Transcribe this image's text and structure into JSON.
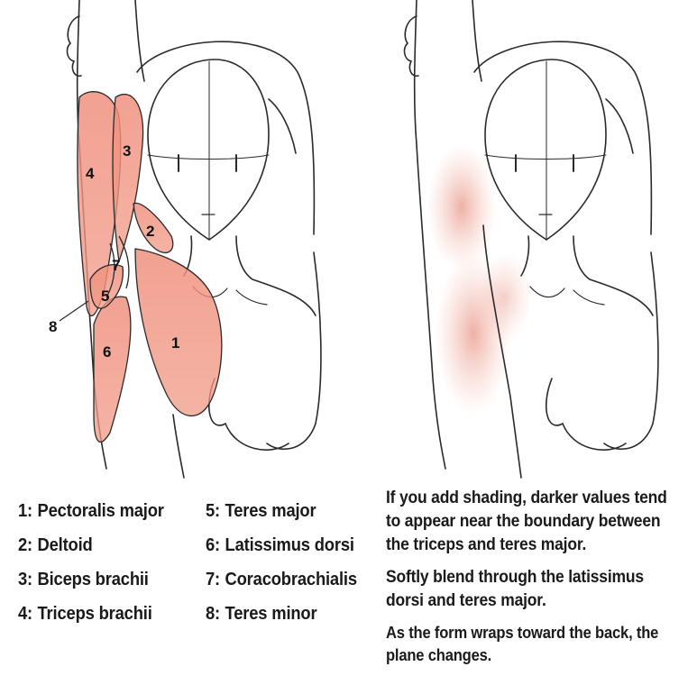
{
  "diagram": {
    "markers": [
      "1",
      "2",
      "3",
      "4",
      "5",
      "6",
      "7",
      "8"
    ]
  },
  "legend": [
    {
      "num": "1:",
      "name": "Pectoralis major"
    },
    {
      "num": "2:",
      "name": "Deltoid"
    },
    {
      "num": "3:",
      "name": "Biceps brachii"
    },
    {
      "num": "4:",
      "name": "Triceps brachii"
    },
    {
      "num": "5:",
      "name": "Teres major"
    },
    {
      "num": "6:",
      "name": "Latissimus dorsi"
    },
    {
      "num": "7:",
      "name": "Coracobrachialis"
    },
    {
      "num": "8:",
      "name": "Teres minor"
    }
  ],
  "notes": [
    "If you add shading, darker values tend to appear near the boundary between the triceps and teres major.",
    "Softly blend through the latissimus dorsi and teres major.",
    "As the form wraps toward the back, the plane changes."
  ],
  "colors": {
    "muscle_fill": "#ee8a78",
    "line": "#2a2a2a",
    "text": "#111111"
  }
}
